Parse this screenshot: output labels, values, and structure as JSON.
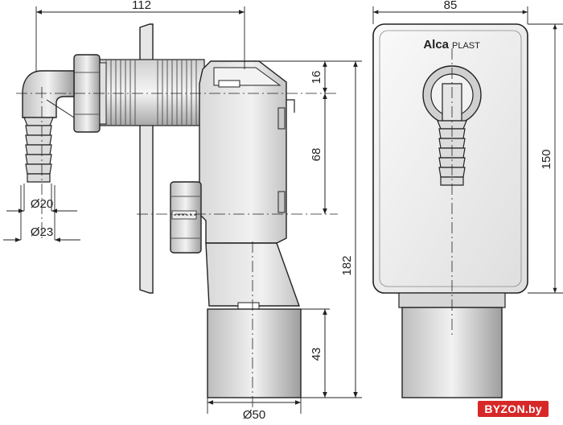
{
  "dimensions": {
    "total_width": "112",
    "box_width": "85",
    "offset_top": "16",
    "offset_mid": "68",
    "total_height": "182",
    "bottom_height": "43",
    "box_height": "150",
    "hose_inner_diameter": "Ø20",
    "hose_outer_diameter": "Ø23",
    "outlet_diameter": "Ø50"
  },
  "brand": {
    "name": "Alca",
    "suffix": "PLAST"
  },
  "watermark": "BYZON.by"
}
